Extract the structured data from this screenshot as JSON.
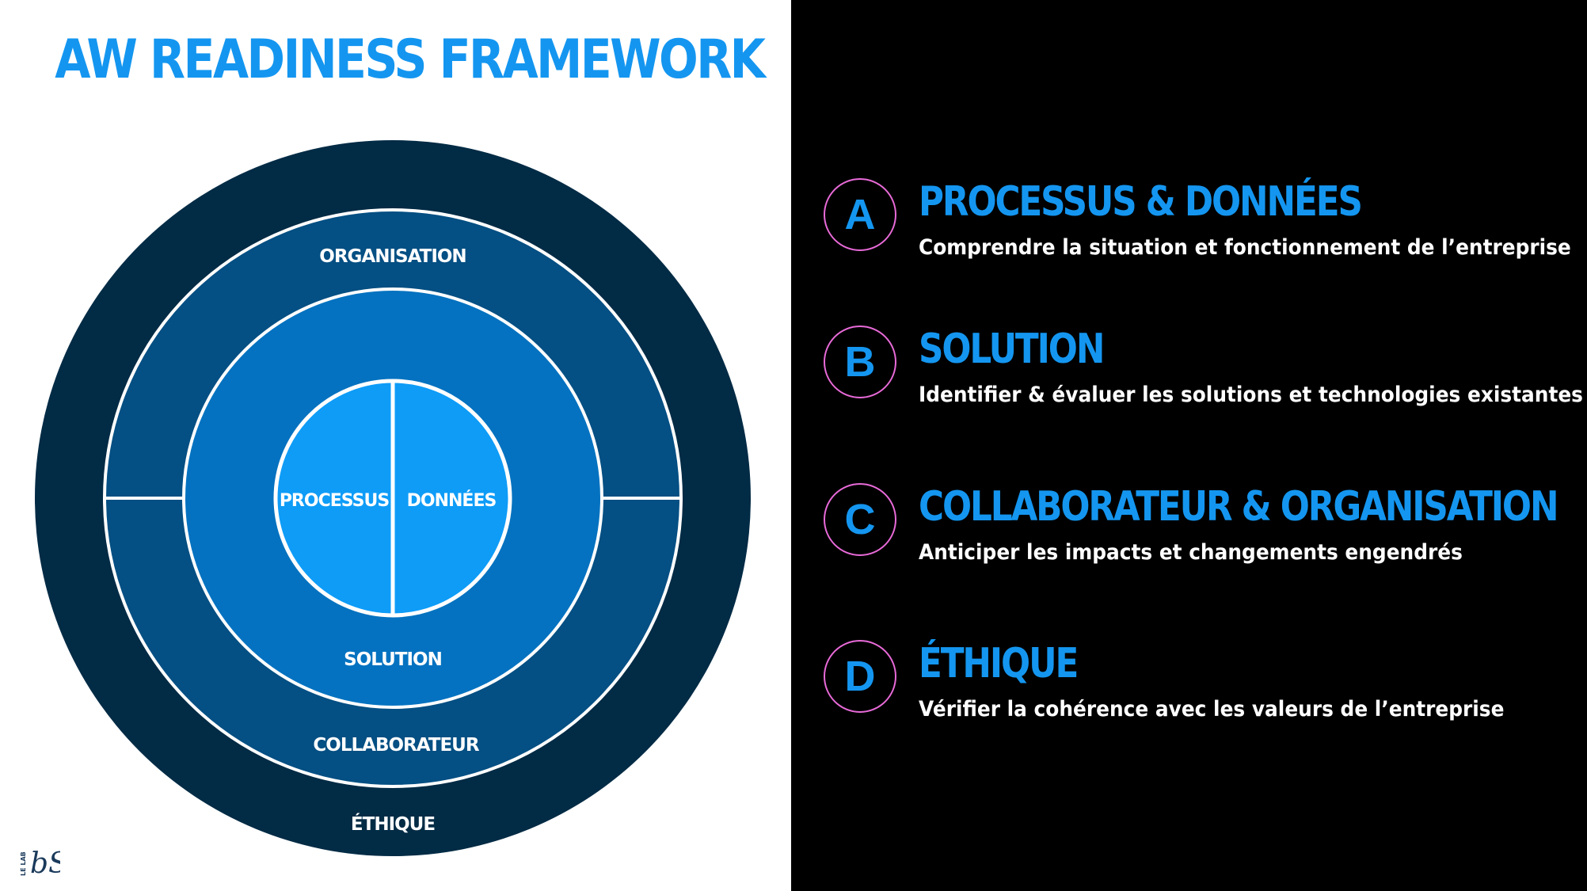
{
  "title": "AW READINESS FRAMEWORK",
  "diagram": {
    "rings": {
      "outer": "ÉTHIQUE",
      "second": {
        "top": "ORGANISATION",
        "bottom": "COLLABORATEUR"
      },
      "third": "SOLUTION",
      "core": {
        "left": "PROCESSUS",
        "right": "DONNÉES"
      }
    },
    "colors": {
      "outer": "#022b45",
      "second": "#044f83",
      "third": "#0472c0",
      "core": "#0e9cf7",
      "divider": "#ffffff"
    }
  },
  "logo": {
    "text": "LE LAB",
    "mark": "bS"
  },
  "items": [
    {
      "letter": "A",
      "title": "PROCESSUS & DONNÉES",
      "description": "Comprendre la situation et fonctionnement de l’entreprise"
    },
    {
      "letter": "B",
      "title": "SOLUTION",
      "description": "Identifier & évaluer les solutions et technologies existantes"
    },
    {
      "letter": "C",
      "title": "COLLABORATEUR & ORGANISATION",
      "description": "Anticiper les impacts et changements engendrés"
    },
    {
      "letter": "D",
      "title": "ÉTHIQUE",
      "description": "Vérifier la cohérence avec les valeurs de l’entreprise"
    }
  ],
  "accent": "#1496f0",
  "circle_border": "#e86ad8"
}
